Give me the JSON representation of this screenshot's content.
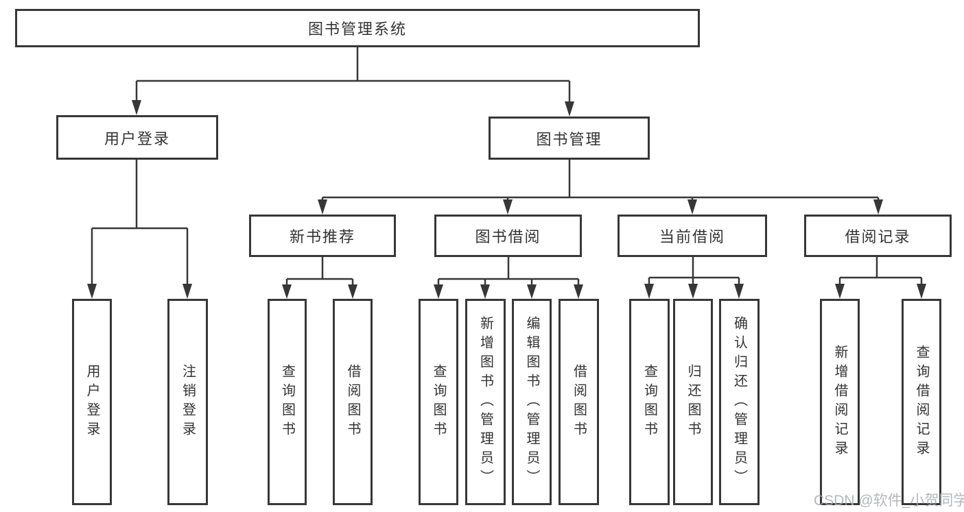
{
  "tree": {
    "label": "图书管理系统",
    "children": [
      {
        "label": "用户登录",
        "children": [
          {
            "label": "用户登录"
          },
          {
            "label": "注销登录"
          }
        ]
      },
      {
        "label": "图书管理",
        "children": [
          {
            "label": "新书推荐",
            "children": [
              {
                "label": "查询图书"
              },
              {
                "label": "借阅图书"
              }
            ]
          },
          {
            "label": "图书借阅",
            "children": [
              {
                "label": "查询图书"
              },
              {
                "label": "新增图书（管理员）"
              },
              {
                "label": "编辑图书（管理员）"
              },
              {
                "label": "借阅图书"
              }
            ]
          },
          {
            "label": "当前借阅",
            "children": [
              {
                "label": "查询图书"
              },
              {
                "label": "归还图书"
              },
              {
                "label": "确认归还（管理员）"
              }
            ]
          },
          {
            "label": "借阅记录",
            "children": [
              {
                "label": "新增借阅记录"
              },
              {
                "label": "查询借阅记录"
              }
            ]
          }
        ]
      }
    ]
  },
  "watermark": {
    "text": "CSDN @软件_小贺同学"
  },
  "colors": {
    "line": "#373737",
    "box_border": "#373737",
    "text": "#333333",
    "background": "#ffffff",
    "watermark": "#a9abb0"
  }
}
